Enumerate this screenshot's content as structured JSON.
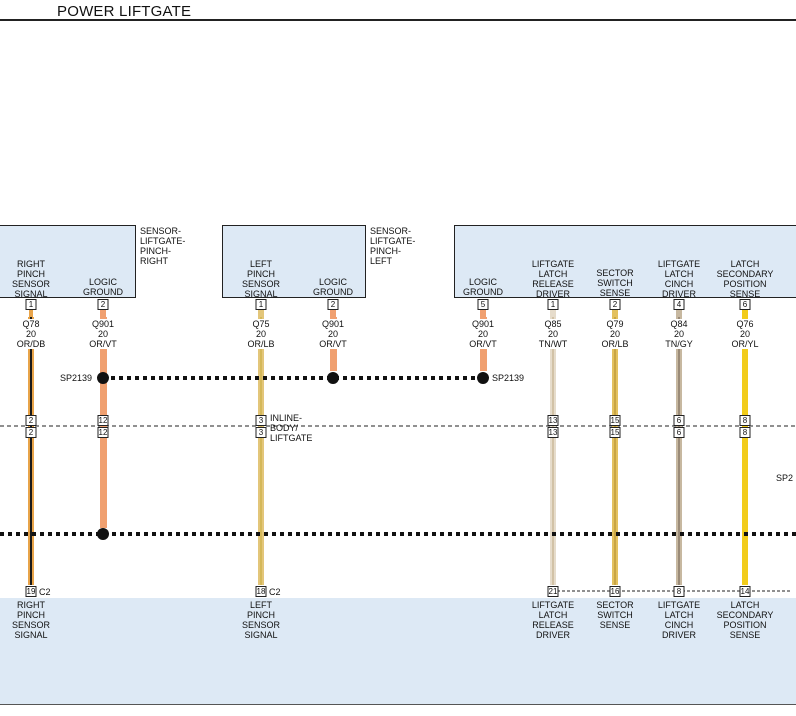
{
  "title": "POWER LIFTGATE",
  "components": [
    {
      "id": "right",
      "label": "SENSOR-\nLIFTGATE-\nPINCH-\nRIGHT"
    },
    {
      "id": "left",
      "label": "SENSOR-\nLIFTGATE-\nPINCH-\nLEFT"
    }
  ],
  "circuits": [
    {
      "func": "RIGHT\nPINCH\nSENSOR\nSIGNAL",
      "top_pin": "1",
      "code": "Q78\n20\nOR/DB",
      "inline_pin": "2",
      "bottom_pin": "19",
      "bottom_func": "RIGHT\nPINCH\nSENSOR\nSIGNAL",
      "color": "#e8a44a",
      "stripe": "#1a1a1a"
    },
    {
      "func": "LOGIC\nGROUND",
      "top_pin": "2",
      "code": "Q901\n20\nOR/VT",
      "inline_pin": "12",
      "bottom_pin": "",
      "bottom_func": "",
      "color": "#f0a070",
      "stripe": ""
    },
    {
      "func": "LEFT\nPINCH\nSENSOR\nSIGNAL",
      "top_pin": "1",
      "code": "Q75\n20\nOR/LB",
      "inline_pin": "3",
      "bottom_pin": "18",
      "bottom_func": "LEFT\nPINCH\nSENSOR\nSIGNAL",
      "color": "#e3c67a",
      "stripe": ""
    },
    {
      "func": "LOGIC\nGROUND",
      "top_pin": "2",
      "code": "Q901\n20\nOR/VT",
      "inline_pin": "",
      "bottom_pin": "",
      "bottom_func": "",
      "color": "#f0a070",
      "stripe": ""
    },
    {
      "func": "LOGIC\nGROUND",
      "top_pin": "5",
      "code": "Q901\n20\nOR/VT",
      "inline_pin": "",
      "bottom_pin": "",
      "bottom_func": "",
      "color": "#f0a070",
      "stripe": ""
    },
    {
      "func": "LIFTGATE\nLATCH\nRELEASE\nDRIVER",
      "top_pin": "1",
      "code": "Q85\n20\nTN/WT",
      "inline_pin": "13",
      "bottom_pin": "21",
      "bottom_func": "LIFTGATE\nLATCH\nRELEASE\nDRIVER",
      "color": "#e6dccb",
      "stripe": ""
    },
    {
      "func": "SECTOR\nSWITCH\nSENSE",
      "top_pin": "2",
      "code": "Q79\n20\nOR/LB",
      "inline_pin": "15",
      "bottom_pin": "16",
      "bottom_func": "SECTOR\nSWITCH\nSENSE",
      "color": "#e3c15f",
      "stripe": ""
    },
    {
      "func": "LIFTGATE\nLATCH\nCINCH\nDRIVER",
      "top_pin": "4",
      "code": "Q84\n20\nTN/GY",
      "inline_pin": "6",
      "bottom_pin": "8",
      "bottom_func": "LIFTGATE\nLATCH\nCINCH\nDRIVER",
      "color": "#c7b8a0",
      "stripe": ""
    },
    {
      "func": "LATCH\nSECONDARY\nPOSITION\nSENSE",
      "top_pin": "6",
      "code": "Q76\n20\nOR/YL",
      "inline_pin": "8",
      "bottom_pin": "14",
      "bottom_func": "LATCH\nSECONDARY\nPOSITION\nSENSE",
      "color": "#f2cc1a",
      "stripe": ""
    }
  ],
  "splice_label": "SP2139",
  "splice_label_right": "SP2",
  "inline_label": "INLINE-\nBODY/\nLIFTGATE",
  "connector_c2": "C2"
}
